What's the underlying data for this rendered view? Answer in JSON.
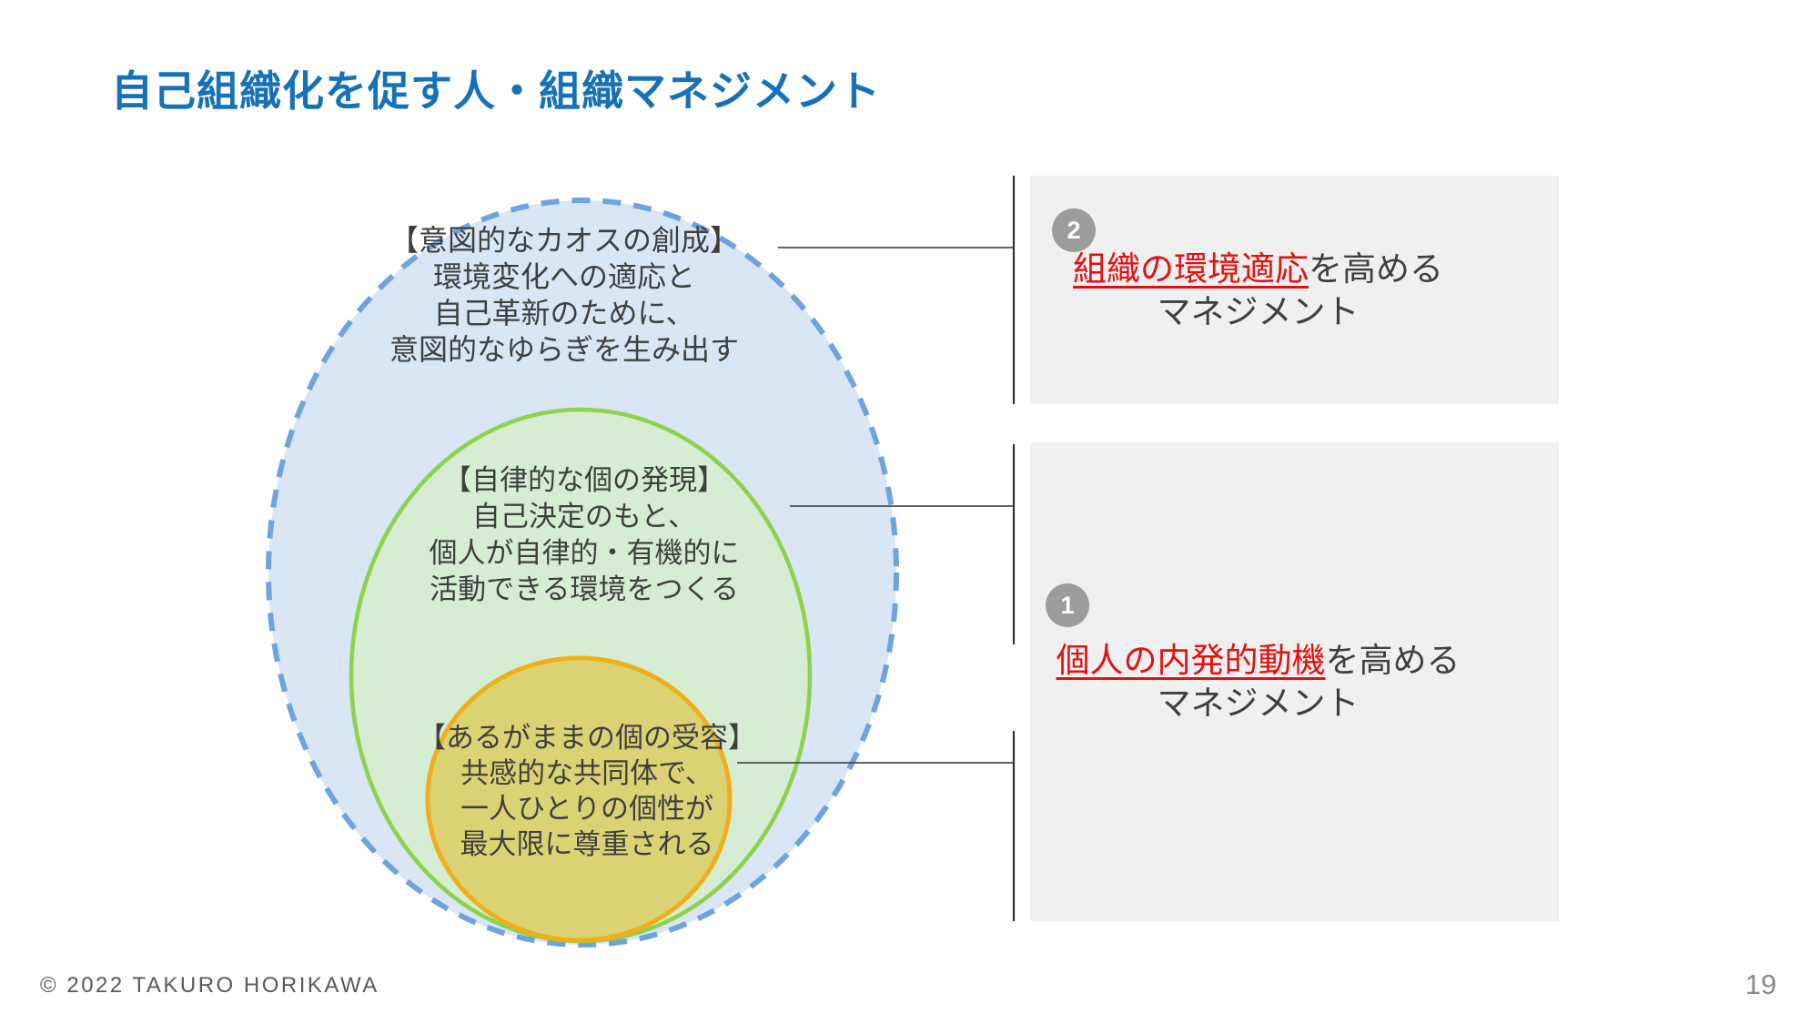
{
  "slide": {
    "title": "自己組織化を促す人・組織マネジメント",
    "copyright": "© 2022 TAKURO HORIKAWA",
    "page_number": "19"
  },
  "diagram": {
    "rings": [
      {
        "id": "outer",
        "heading": "【意図的なカオスの創成】",
        "lines": [
          "環境変化への適応と",
          "自己革新のために、",
          "意図的なゆらぎを生み出す"
        ],
        "fill": "#d8e6f6",
        "stroke": "#6fa3dd",
        "border_style": "dashed"
      },
      {
        "id": "middle",
        "heading": "【自律的な個の発現】",
        "lines": [
          "自己決定のもと、",
          "個人が自律的・有機的に",
          "活動できる環境をつくる"
        ],
        "fill": "#d5edd2",
        "stroke": "#8ed14a",
        "border_style": "solid"
      },
      {
        "id": "inner",
        "heading": "【あるがままの個の受容】",
        "lines": [
          "共感的な共同体で、",
          "一人ひとりの個性が",
          "最大限に尊重される"
        ],
        "fill": "#dbd373",
        "stroke": "#eeaf1c",
        "border_style": "solid"
      }
    ]
  },
  "callouts": [
    {
      "number": "2",
      "highlight": "組織の環境適応",
      "suffix": "を高める",
      "line2": "マネジメント"
    },
    {
      "number": "1",
      "highlight": "個人の内発的動機",
      "suffix": "を高める",
      "line2": "マネジメント"
    }
  ],
  "colors": {
    "title": "#1571b8",
    "body_text": "#3f3f3f",
    "highlight_red": "#e60f0f",
    "box_bg": "#f0f0f0",
    "badge_bg": "#9c9c9c",
    "badge_text": "#ffffff",
    "connector": "#4d4d4d",
    "bracket": "#333333",
    "footer": "#595959",
    "page_number": "#8a8a8a"
  }
}
